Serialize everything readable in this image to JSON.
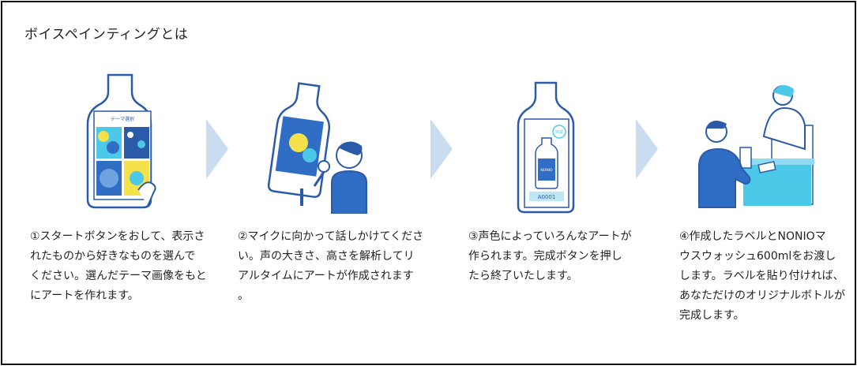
{
  "title": "ボイスペインティングとは",
  "steps": [
    {
      "lines": [
        "①スタートボタンをおして、表示さ",
        "れたものから好きなものを選んで",
        "ください。選んだテーマ画像をもと",
        "にアートを作れます。"
      ]
    },
    {
      "lines": [
        "②マイクに向かって話しかけてくださ",
        "い。声の大きさ、高さを解析してリ",
        "アルタイムにアートが作成されます",
        "。"
      ]
    },
    {
      "lines": [
        "③声色によっていろんなアートが",
        "作られます。完成ボタンを押し",
        "たら終了いたします。"
      ]
    },
    {
      "lines": [
        "④作成したラベルとNONIOマ",
        "ウスウォッシュ600mlをお渡し",
        "します。ラベルを貼り付ければ、",
        "あなただけのオリジナルボトルが",
        "完成します。"
      ]
    }
  ],
  "screen_labels": {
    "theme_select": "テーマ選択",
    "label_code": "A0001",
    "brand": "NONIO",
    "done_badge": "完成"
  },
  "colors": {
    "outline": "#2b5aa8",
    "arrow": "#c9dcf0",
    "blue_fill": "#2f6ec4",
    "cyan": "#4cc9e8",
    "yellow": "#f5e14a"
  }
}
